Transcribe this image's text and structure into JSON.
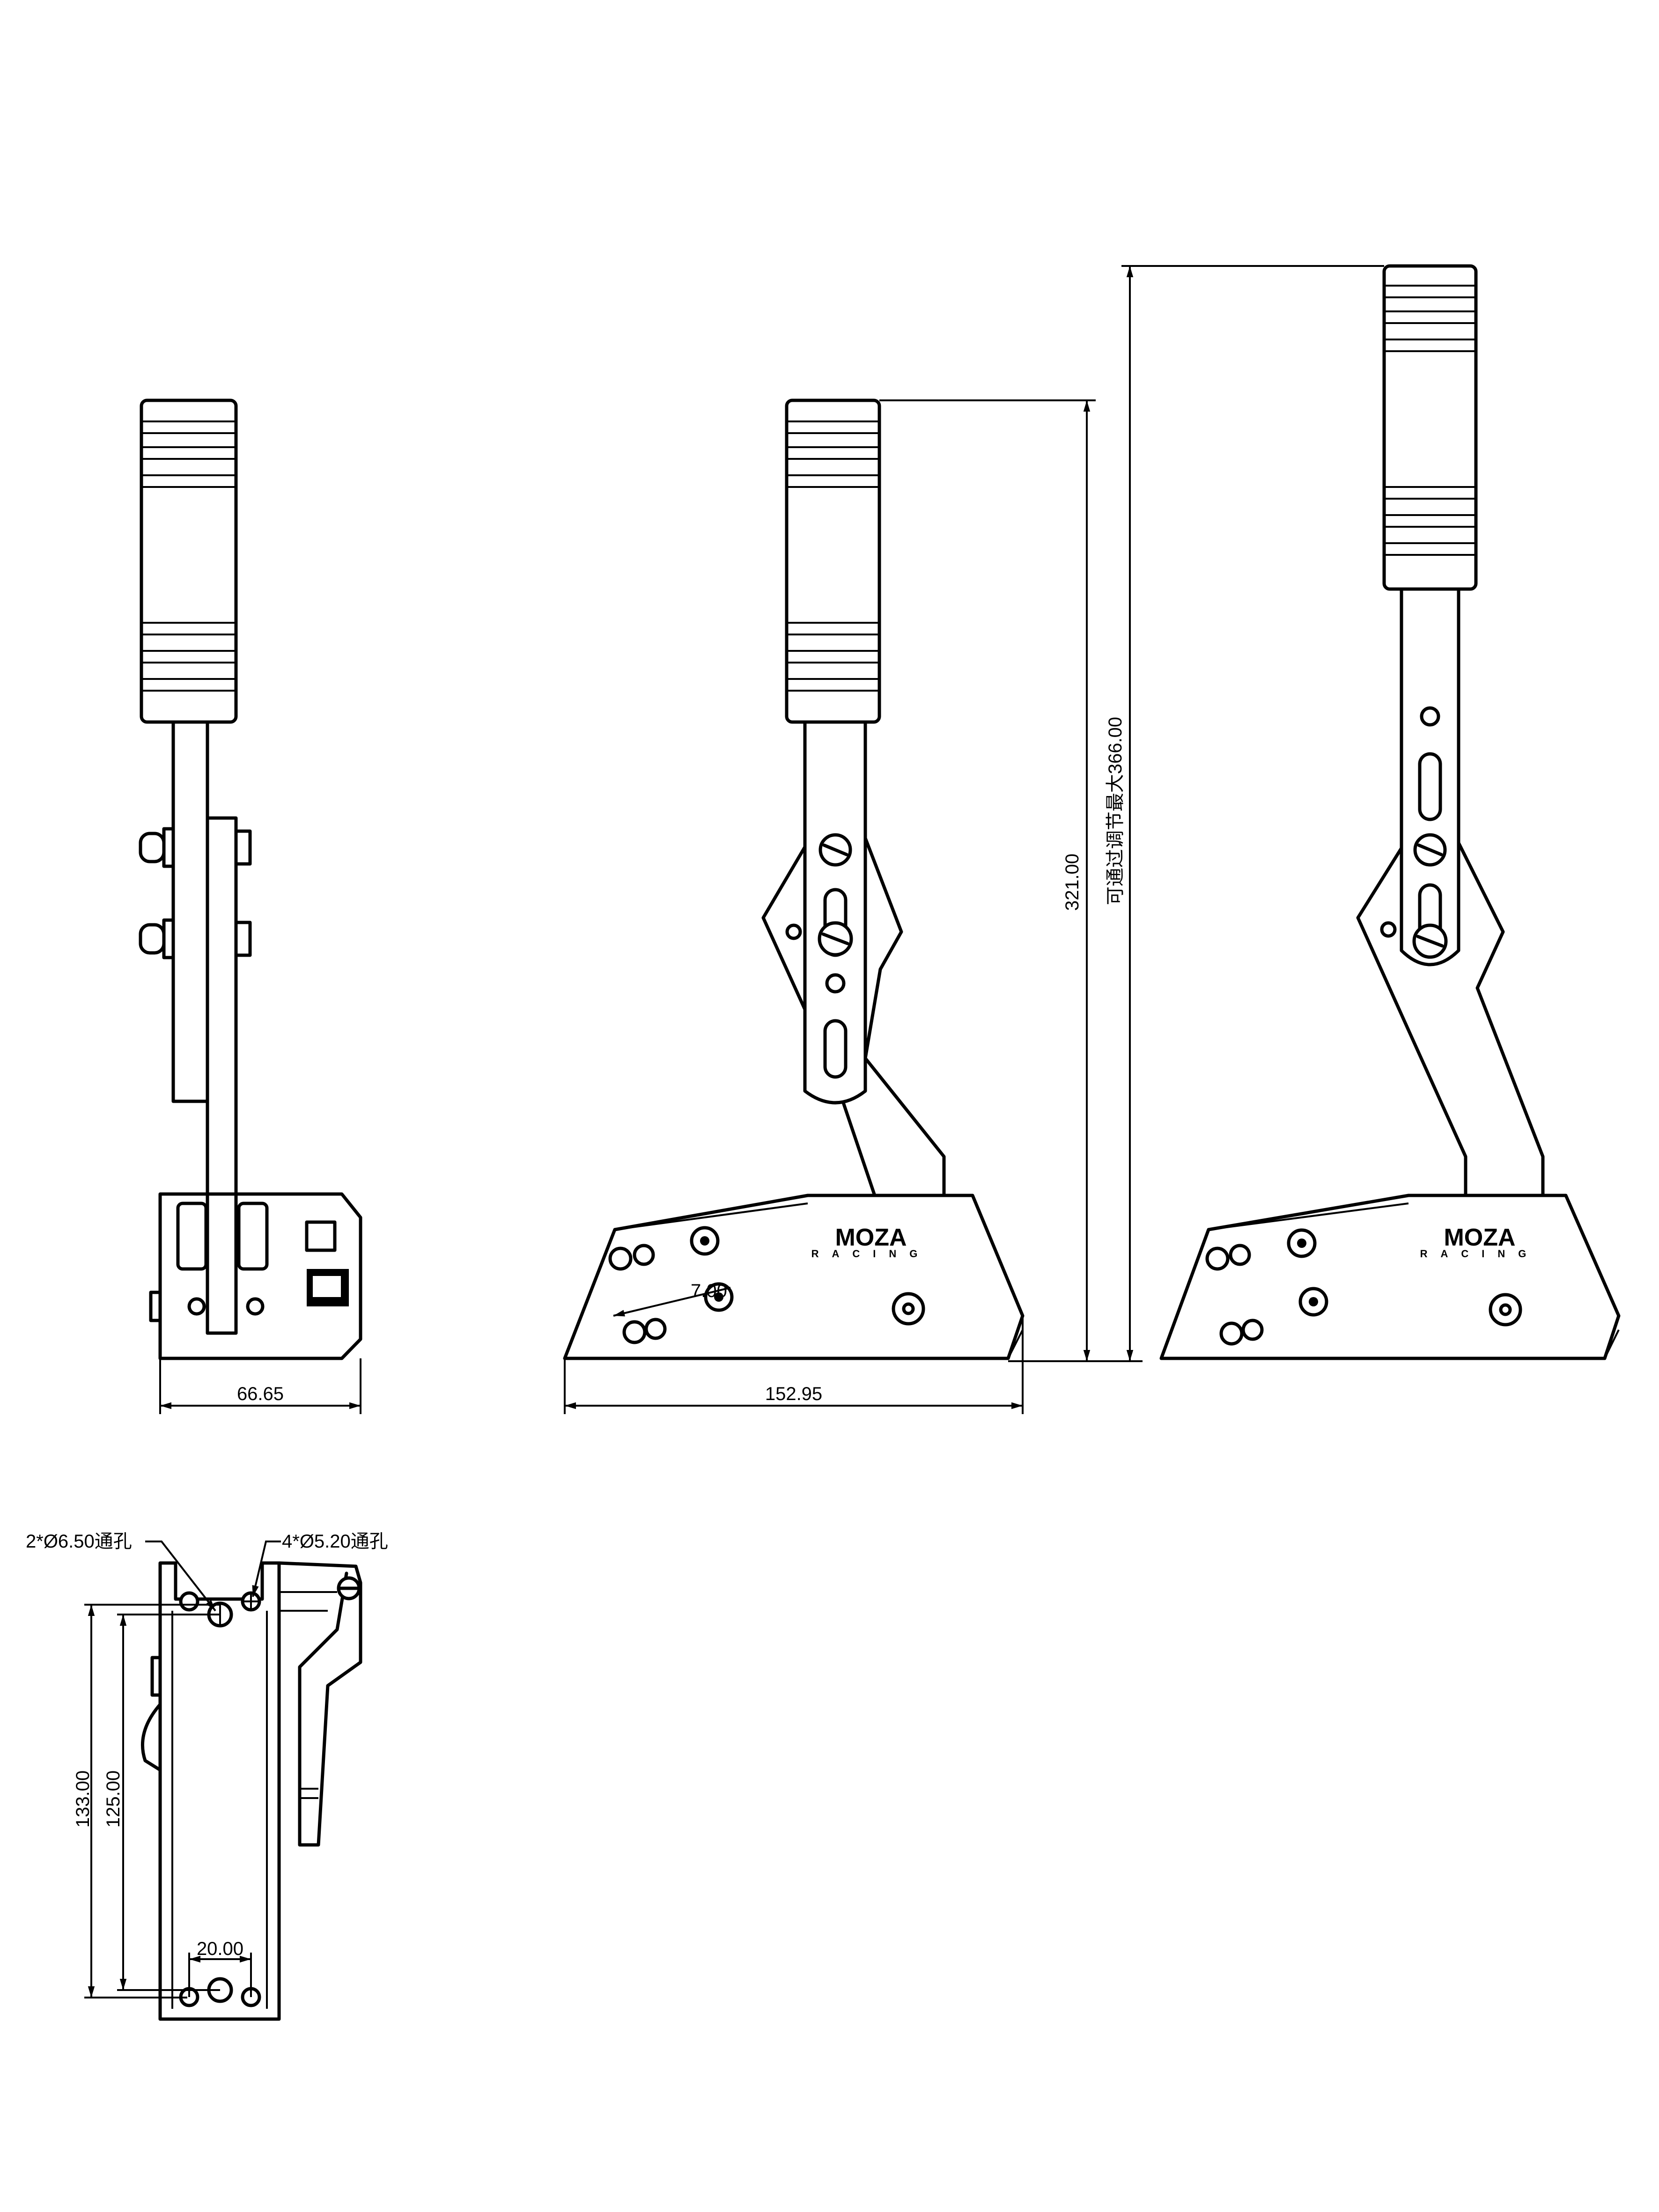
{
  "dimensions": {
    "side_width": "66.65",
    "base_length": "152.95",
    "height_min": "321.00",
    "height_max": "可通过调节最大366.00",
    "slot_offset": "7.00",
    "mount_outer": "133.00",
    "mount_inner": "125.00",
    "hole_spacing": "20.00"
  },
  "callouts": {
    "large_holes": "2*Ø6.50通孔",
    "small_holes": "4*Ø5.20通孔"
  },
  "branding": {
    "logo_top": "MOZA",
    "logo_bottom": "RACING"
  }
}
